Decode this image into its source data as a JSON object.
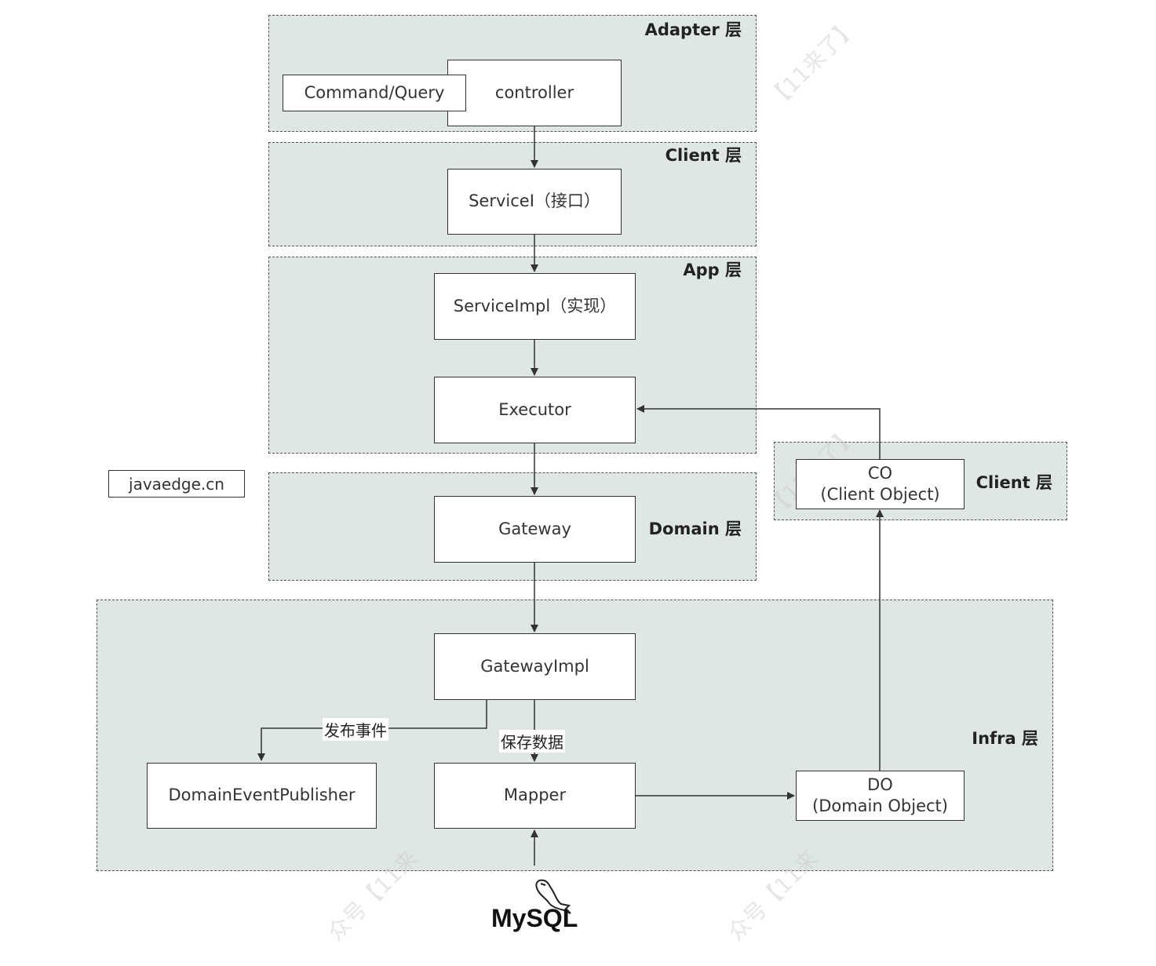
{
  "layers": {
    "adapter": "Adapter 层",
    "client_top": "Client 层",
    "app": "App 层",
    "domain": "Domain 层",
    "client_right": "Client 层",
    "infra": "Infra 层"
  },
  "nodes": {
    "command_query": "Command/Query",
    "controller": "controller",
    "service_i": "ServiceI（接口）",
    "service_impl": "ServiceImpl（实现）",
    "executor": "Executor",
    "gateway": "Gateway",
    "gateway_impl": "GatewayImpl",
    "domain_event_publisher": "DomainEventPublisher",
    "mapper": "Mapper",
    "do_title": "DO",
    "do_sub": "(Domain Object)",
    "co_title": "CO",
    "co_sub": "(Client Object)",
    "site": "javaedge.cn"
  },
  "edge_labels": {
    "publish_event": "发布事件",
    "save_data": "保存数据"
  },
  "logo": {
    "text": "MySQL",
    "icon": "dolphin-icon"
  },
  "colors": {
    "layer_fill": "#dfe6e6",
    "stroke": "#333333"
  }
}
